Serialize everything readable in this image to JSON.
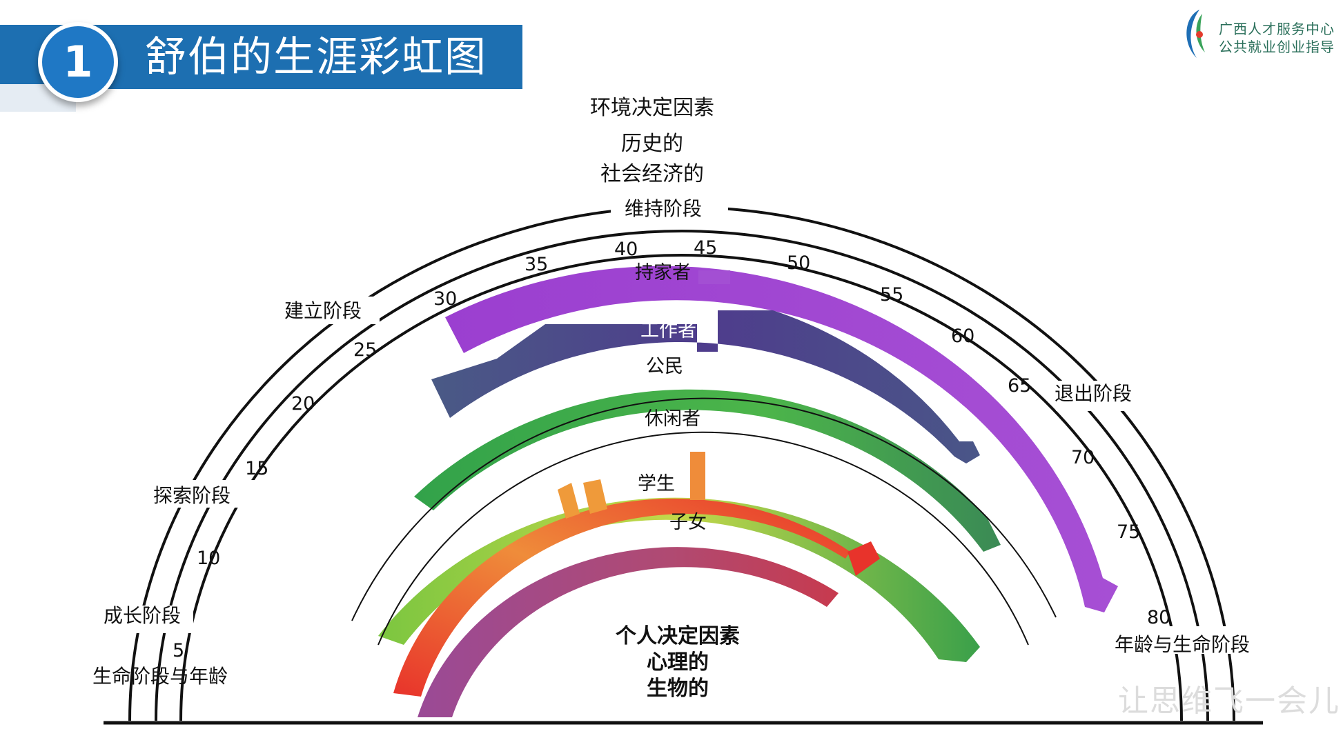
{
  "header": {
    "number": "1",
    "title": "舒伯的生涯彩虹图"
  },
  "logo": {
    "line1": "广西人才服务中心",
    "line2": "公共就业创业指导"
  },
  "diagram": {
    "top_heading": "环境决定因素",
    "top_line1": "历史的",
    "top_line2": "社会经济的",
    "bottom_heading": "个人决定因素",
    "bottom_line1": "心理的",
    "bottom_line2": "生物的",
    "outer_left_label": "生命阶段与年龄",
    "outer_right_label": "年龄与生命阶段",
    "stages": [
      "成长阶段",
      "探索阶段",
      "建立阶段",
      "维持阶段",
      "退出阶段"
    ],
    "ages": [
      "5",
      "10",
      "15",
      "20",
      "25",
      "30",
      "35",
      "40",
      "45",
      "50",
      "55",
      "60",
      "65",
      "70",
      "75",
      "80"
    ],
    "roles": [
      "持家者",
      "工作者",
      "公民",
      "休闲者",
      "学生",
      "子女"
    ],
    "role_colors": {
      "持家者": "#a34fd3",
      "工作者": "#4f3f8a",
      "公民": "#48a850",
      "休闲者": "#a6d640",
      "学生": "#e9552c",
      "子女": "#b04a7c"
    }
  },
  "watermark": "让思维飞一会儿"
}
